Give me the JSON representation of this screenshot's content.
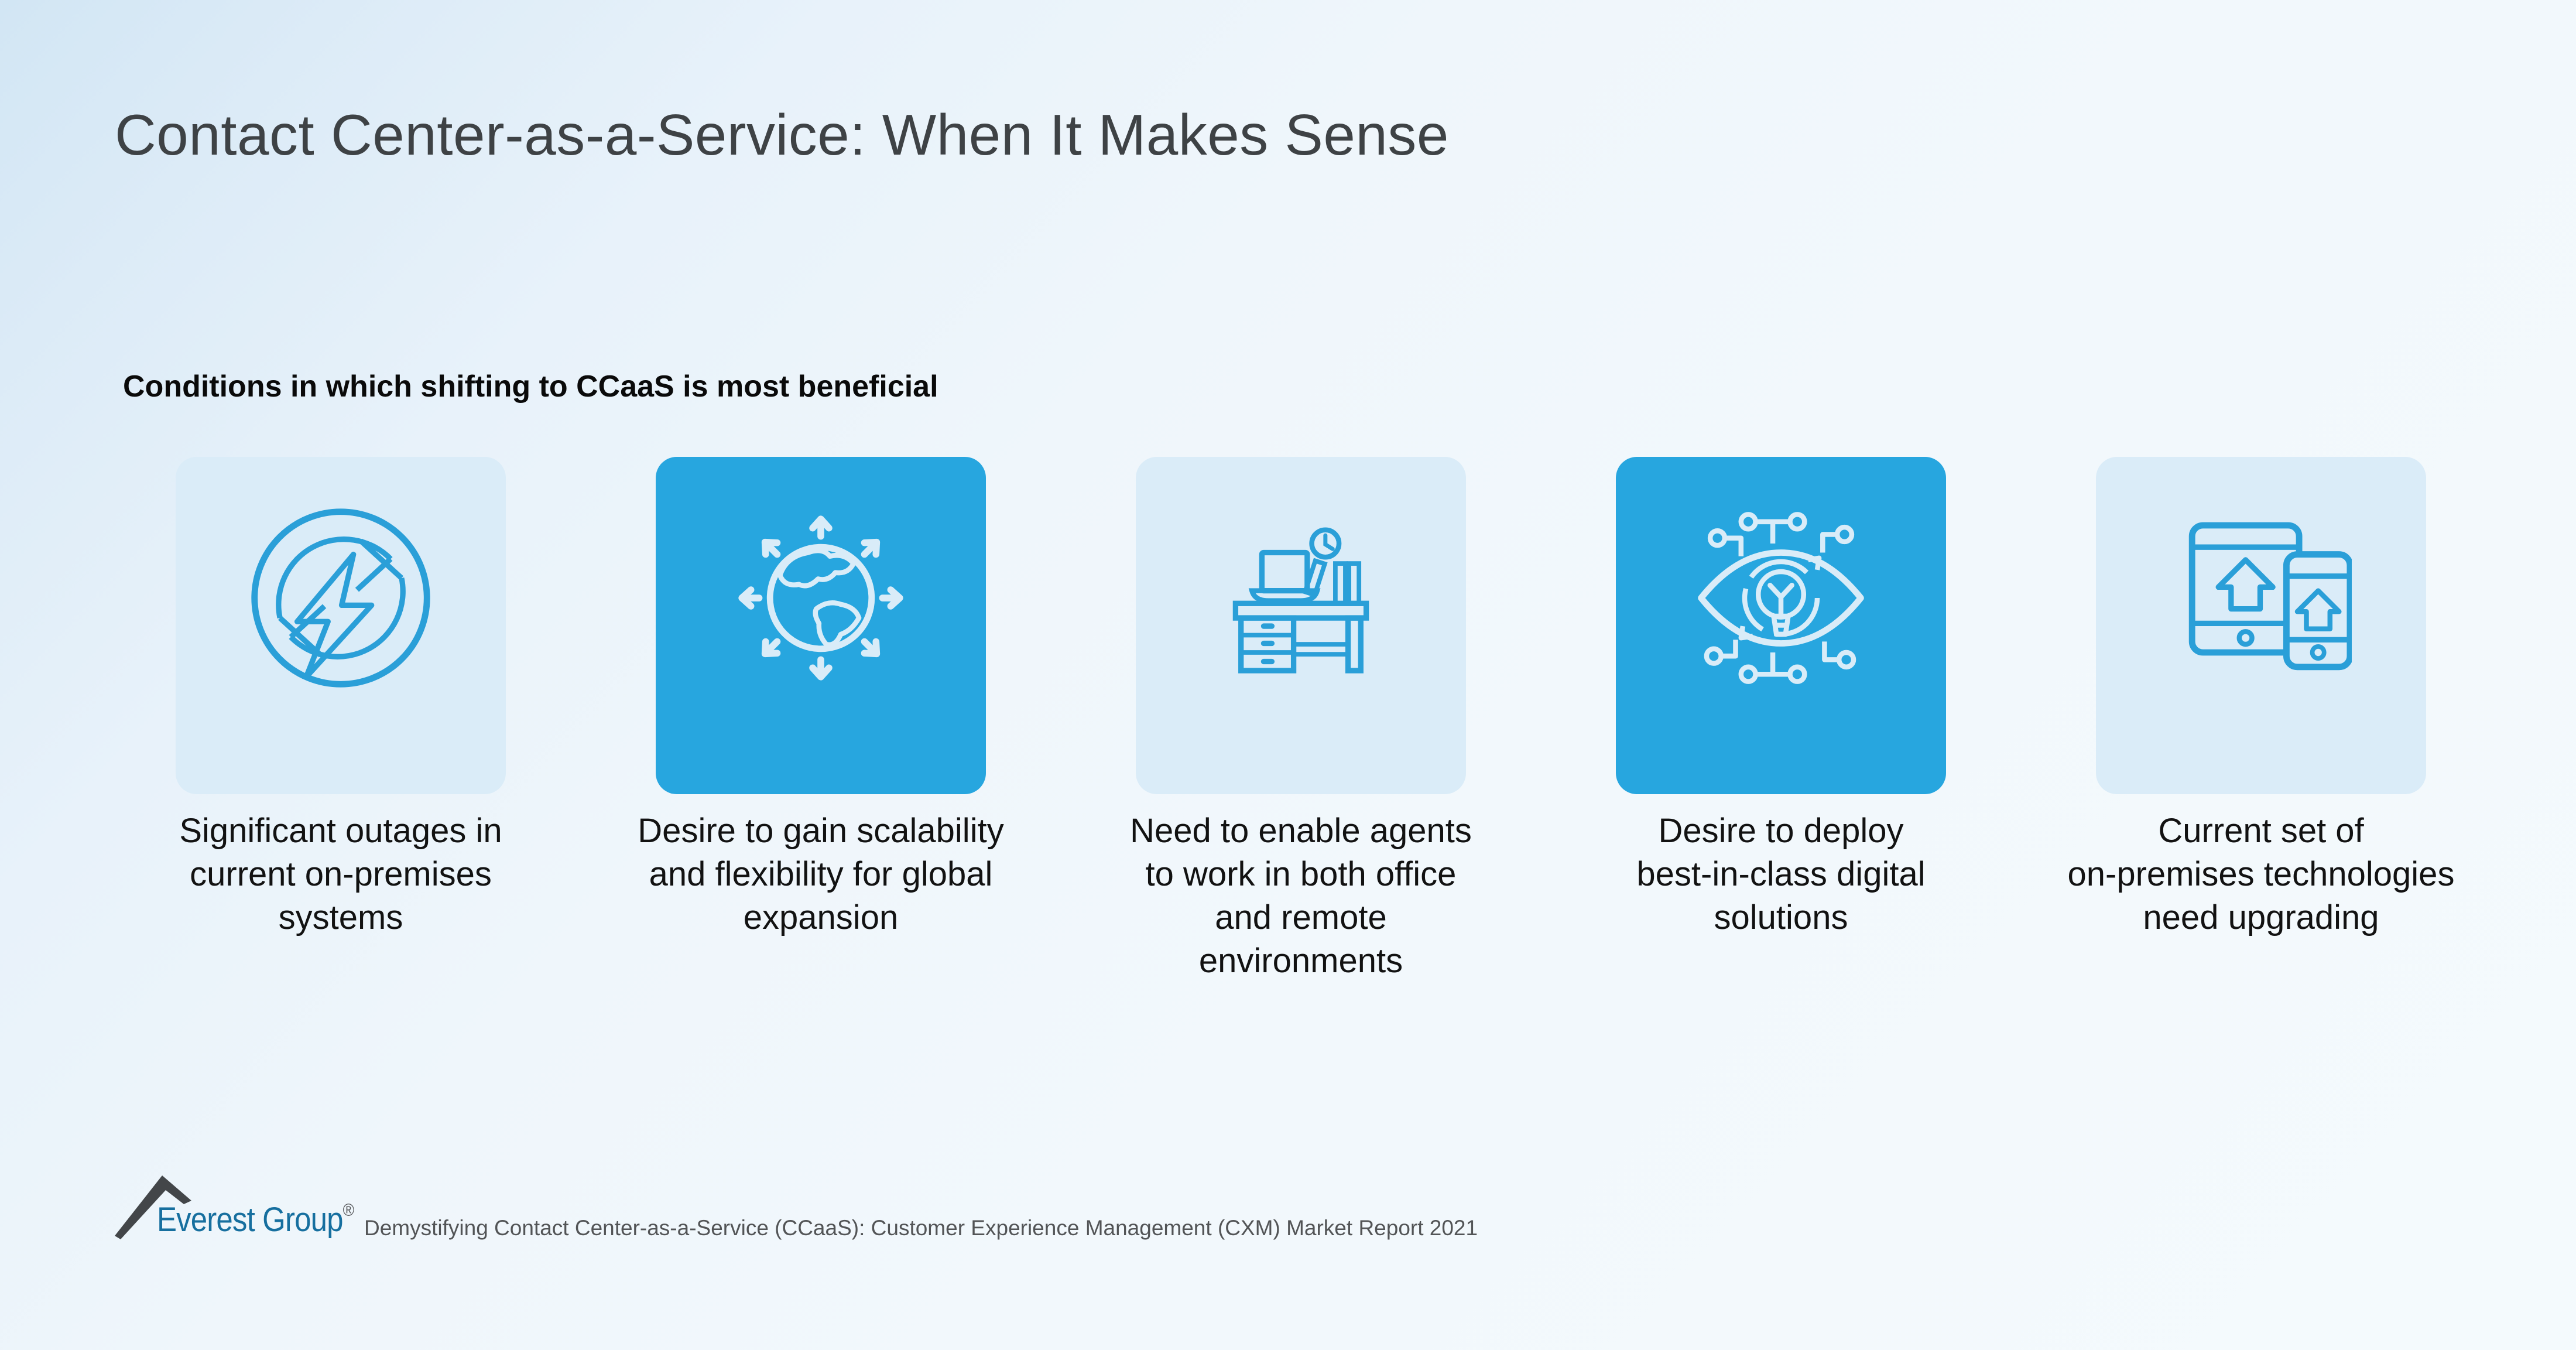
{
  "slide": {
    "title": "Contact Center-as-a-Service: When It Makes Sense",
    "section_label": "Conditions in which shifting to CCaaS is most beneficial"
  },
  "cards": [
    {
      "icon": "power-outage-icon",
      "variant": "light",
      "caption": "Significant outages in\ncurrent on-premises\nsystems"
    },
    {
      "icon": "global-expansion-icon",
      "variant": "bright",
      "caption": "Desire to gain scalability\nand flexibility for global\nexpansion"
    },
    {
      "icon": "office-desk-icon",
      "variant": "light",
      "caption": "Need to enable agents\nto work in both office\nand remote\nenvironments"
    },
    {
      "icon": "digital-eye-icon",
      "variant": "bright",
      "caption": "Desire to deploy\nbest-in-class digital\nsolutions"
    },
    {
      "icon": "device-upgrade-icon",
      "variant": "light",
      "caption": "Current set of\non-premises technologies\nneed upgrading"
    }
  ],
  "footer": {
    "brand": "Everest Group",
    "registered_mark": "®",
    "source": "Demystifying Contact Center-as-a-Service (CCaaS): Customer Experience Management (CXM) Market Report 2021"
  },
  "colors": {
    "card_light": "#daecf8",
    "card_bright": "#27a6df",
    "icon_stroke_blue": "#2a9fd8",
    "icon_stroke_light": "#d9ecf8",
    "title_text": "#3e4245",
    "section_label_text": "#0a0a0a",
    "caption_text": "#121212",
    "brand_blue": "#166f9f",
    "footer_text": "#525456",
    "logo_mark": "#434649"
  }
}
